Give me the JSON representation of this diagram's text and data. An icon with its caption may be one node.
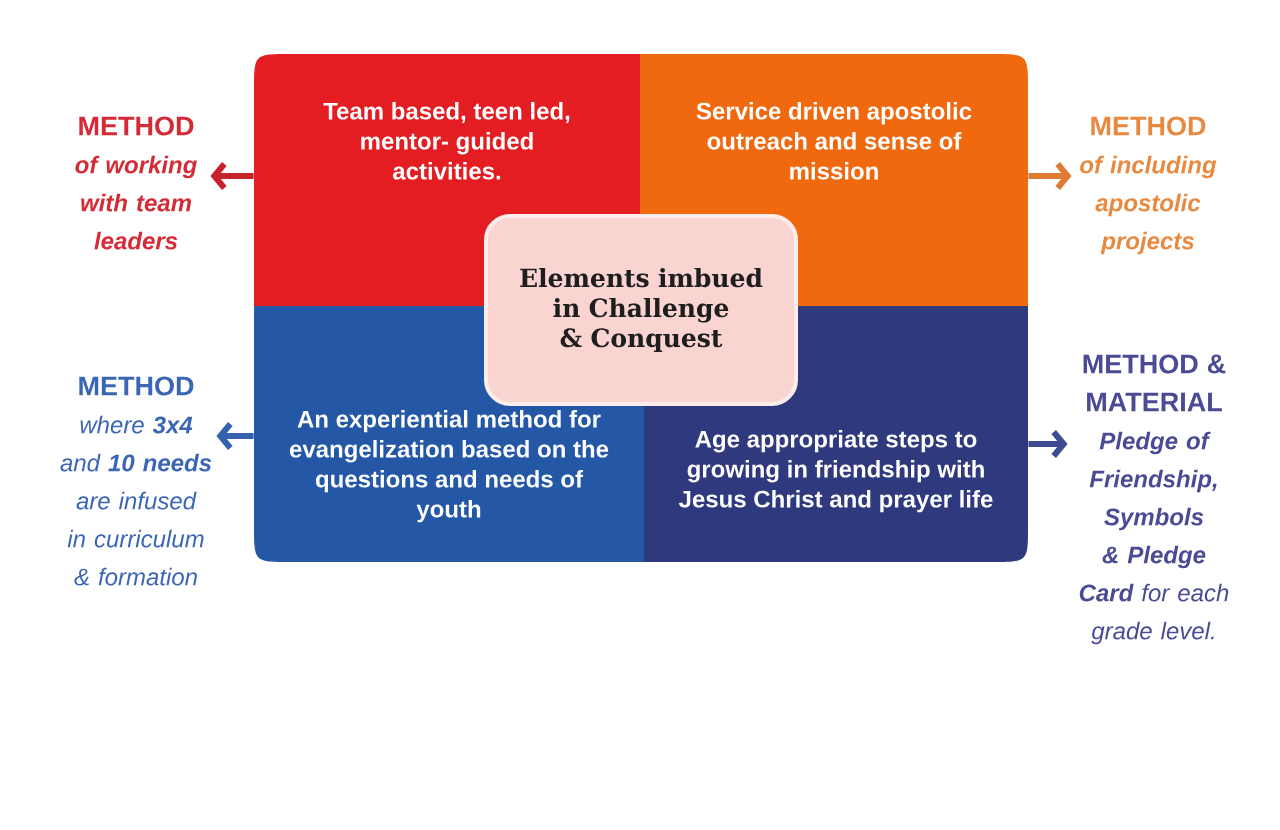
{
  "diagram": {
    "nodes": [
      {
        "text": [
          "METHOD",
          "of working with team leaders"
        ]
      },
      {
        "text": [
          "Team based, teen led, mentor- guided activities."
        ]
      },
      {
        "text": [
          "Service driven apostolic outreach and sense of mission"
        ]
      },
      {
        "text": [
          "METHOD",
          "of including apostolic projects"
        ]
      },
      {
        "text": [
          "Elements imbued in Challenge & Conquest"
        ]
      },
      {
        "text": [
          "METHOD",
          "where **3x4** and **10 needs** are infused in curriculum & formation"
        ]
      },
      {
        "text": [
          "An experiential method for evangelization based on the questions and needs of youth"
        ]
      },
      {
        "text": [
          "Age appropriate steps to growing in friendship with Jesus Christ and prayer life"
        ]
      },
      {
        "text": [
          "METHOD & MATERIAL",
          "**Pledge of Friendship, Symbols & Pledge Card** for each grade level."
        ]
      }
    ],
    "edges": [
      {
        "from": 1,
        "to": 0,
        "arrow": "to",
        "color": "#c8232b"
      },
      {
        "from": 2,
        "to": 3,
        "arrow": "to",
        "color": "#e07b35"
      },
      {
        "from": 6,
        "to": 5,
        "arrow": "to",
        "color": "#3462ad"
      },
      {
        "from": 7,
        "to": 8,
        "arrow": "to",
        "color": "#3f4a91"
      }
    ]
  }
}
